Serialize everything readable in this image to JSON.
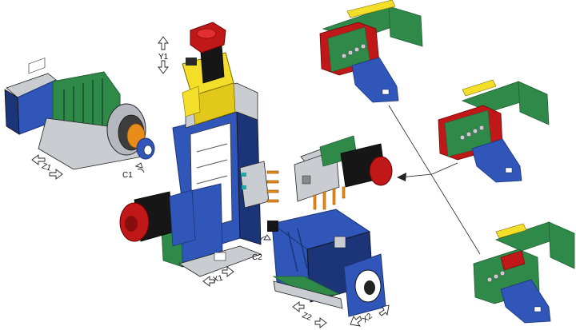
{
  "labels": {
    "y1": "Y1",
    "z1": "Z1",
    "c1": "C1",
    "c2": "C2",
    "x1": "X1",
    "z2": "Z2",
    "x2": "X2"
  },
  "colors": {
    "blue": "#2f56b8",
    "dark_blue": "#1c3478",
    "green": "#2f8a4a",
    "dark_green": "#1f5e33",
    "red": "#c01818",
    "yellow": "#f3df2a",
    "gray": "#c9ccd1",
    "black": "#161616",
    "orange": "#e88c1a",
    "teal": "#1fa6a6"
  }
}
